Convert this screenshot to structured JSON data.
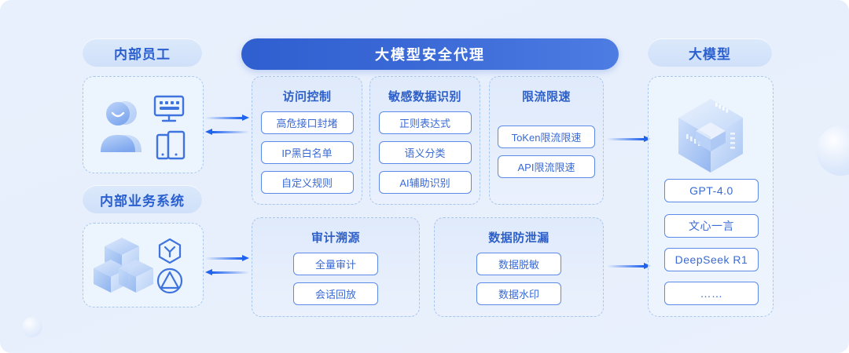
{
  "background_color": "#e8f0fd",
  "accent_color": "#3a6ad4",
  "banner": {
    "title": "大模型安全代理",
    "gradient_from": "#2f5fd0",
    "gradient_to": "#4d7ce3"
  },
  "left_column": {
    "employees": {
      "pill_label": "内部员工",
      "icons": [
        "user-avatar-icon",
        "desktop-monitor-icon",
        "mobile-devices-icon"
      ]
    },
    "business_systems": {
      "pill_label": "内部业务系统",
      "icons": [
        "cube-stack-icon",
        "hexagon-y-icon",
        "circle-triangle-icon"
      ]
    }
  },
  "proxy_groups": [
    {
      "title": "访问控制",
      "items": [
        "高危接口封堵",
        "IP黑白名单",
        "自定义规则"
      ]
    },
    {
      "title": "敏感数据识别",
      "items": [
        "正则表达式",
        "语义分类",
        "AI辅助识别"
      ]
    },
    {
      "title": "限流限速",
      "items": [
        "ToKen限流限速",
        "API限流限速"
      ]
    },
    {
      "title": "审计溯源",
      "items": [
        "全量审计",
        "会话回放"
      ]
    },
    {
      "title": "数据防泄漏",
      "items": [
        "数据脱敏",
        "数据水印"
      ]
    }
  ],
  "right_column": {
    "pill_label": "大模型",
    "icon": "server-cube-icon",
    "models": [
      "GPT-4.0",
      "文心一言",
      "DeepSeek R1",
      "……"
    ]
  },
  "connectors": [
    {
      "name": "employees-to-proxy",
      "direction": "bidirectional"
    },
    {
      "name": "systems-to-proxy",
      "direction": "bidirectional"
    },
    {
      "name": "proxy-to-model-top",
      "direction": "right"
    },
    {
      "name": "proxy-to-model-bottom",
      "direction": "right"
    }
  ]
}
